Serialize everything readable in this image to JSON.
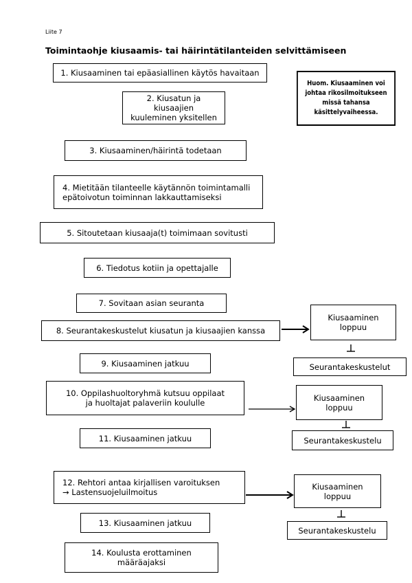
{
  "header": {
    "liite": "Liite 7",
    "title": "Toimintaohje kiusaamis- tai häirintätilanteiden selvittämiseen"
  },
  "note": "Huom. Kiusaaminen voi\njohtaa rikosilmoitukseen\nmissä tahansa\nkäsittelyvaiheessa.",
  "steps": [
    "1.  Kiusaaminen tai epäasiallinen käytös havaitaan",
    "2. Kiusatun ja kiusaajien\nkuuleminen yksitellen",
    "3. Kiusaaminen/häirintä todetaan",
    "4. Mietitään tilanteelle käytännön toimintamalli\nepätoivotun toiminnan lakkauttamiseksi",
    "5. Sitoutetaan kiusaaja(t) toimimaan sovitusti",
    "6. Tiedotus kotiin ja opettajalle",
    "7. Sovitaan asian seuranta",
    "8. Seurantakeskustelut kiusatun ja kiusaajien kanssa",
    "9. Kiusaaminen jatkuu",
    "10. Oppilashuoltoryhmä kutsuu oppilaat\nja huoltajat palaveriin koululle",
    "11. Kiusaaminen jatkuu",
    "12. Rehtori antaa kirjallisen varoituksen\n→ Lastensuojeluilmoitus",
    "13. Kiusaaminen jatkuu",
    "14. Koulusta erottaminen\nmääräajaksi"
  ],
  "side": [
    {
      "ended": "Kiusaaminen\nloppuu",
      "followup": "Seurantakeskustelut"
    },
    {
      "ended": "Kiusaaminen\nloppuu",
      "followup": "Seurantakeskustelu"
    },
    {
      "ended": "Kiusaaminen\nloppuu",
      "followup": "Seurantakeskustelu"
    }
  ]
}
